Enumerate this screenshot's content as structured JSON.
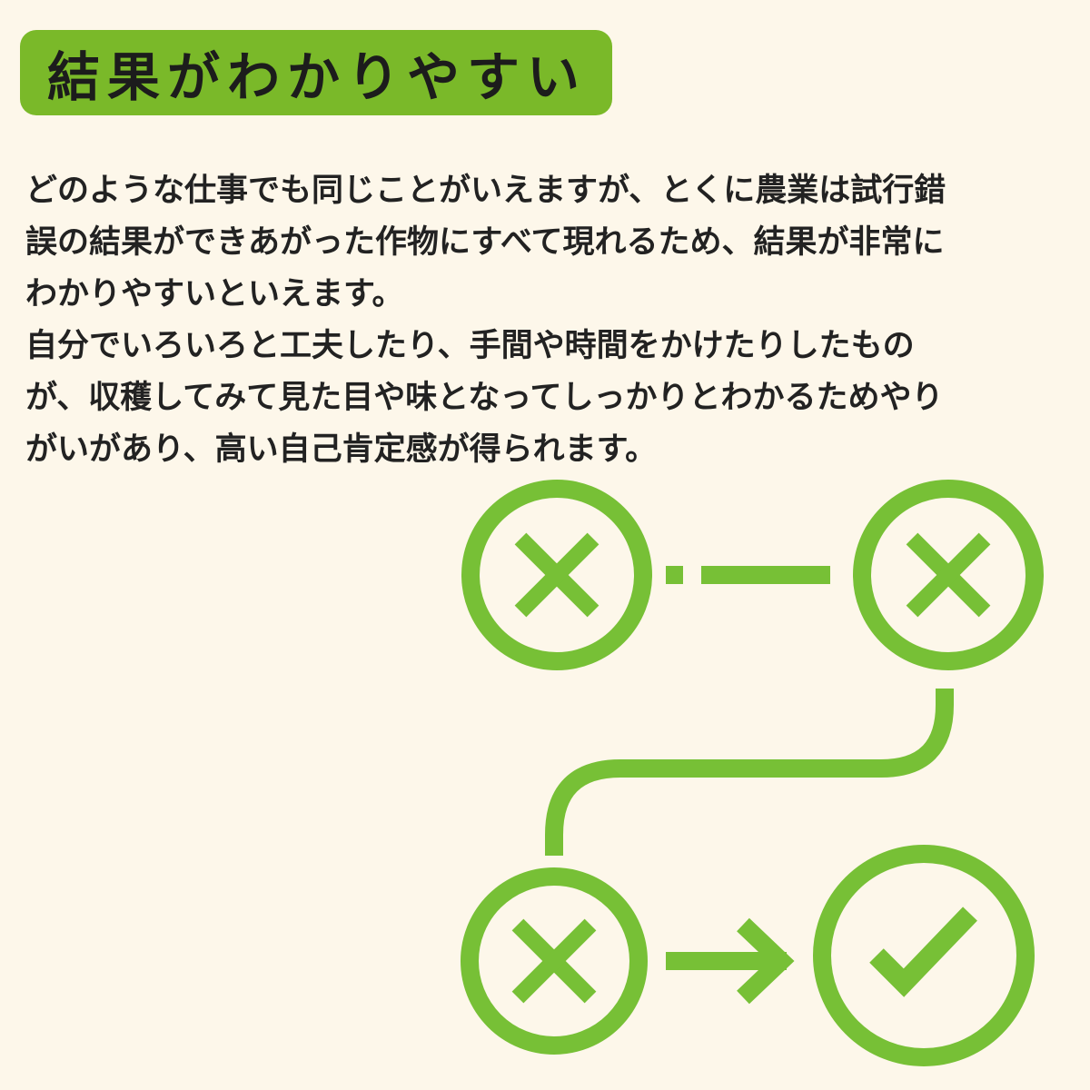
{
  "title": "結果がわかりやすい",
  "body": {
    "lines": [
      "どのような仕事でも同じことがいえますが、とくに農業は試行錯",
      "誤の結果ができあがった作物にすべて現れるため、結果が非常に",
      "わかりやすいといえます。",
      "自分でいろいろと工夫したり、手間や時間をかけたりしたもの",
      "が、収穫してみて見た目や味となってしっかりとわかるためやり",
      "がいがあり、高い自己肯定感が得られます。"
    ]
  },
  "colors": {
    "background": "#fdf7ea",
    "accent_green": "#7ab929",
    "icon_green": "#77c036",
    "text": "#222222"
  },
  "icons": [
    "x-circle-icon",
    "x-circle-icon",
    "x-circle-icon",
    "check-circle-icon",
    "arrow-right-icon"
  ]
}
